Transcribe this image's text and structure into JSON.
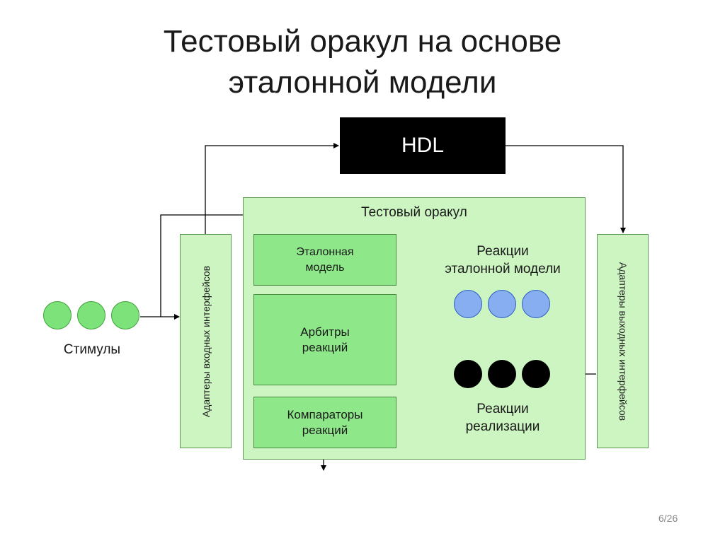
{
  "title": {
    "line1": "Тестовый оракул на основе",
    "line2": "эталонной модели"
  },
  "hdl": "HDL",
  "oracle": {
    "title": "Тестовый оракул",
    "reference_model": [
      "Эталонная",
      "модель"
    ],
    "arbiters": [
      "Арбитры",
      "реакций"
    ],
    "comparators": [
      "Компараторы",
      "реакций"
    ]
  },
  "input_adapters": "Адаптеры входных интерфейсов",
  "output_adapters": "Адаптеры выходных интерфейсов",
  "stimuli": "Стимулы",
  "reference_reactions": [
    "Реакции",
    "эталонной модели"
  ],
  "implementation_reactions": [
    "Реакции",
    "реализации"
  ],
  "page_number": "6/26",
  "colors": {
    "stimuli": "#7ee27a",
    "reference_reactions": "#86aef0",
    "implementation_reactions": "#000000",
    "inner_blocks": "#8ee88a",
    "oracle_background": "#ccf5c2"
  }
}
